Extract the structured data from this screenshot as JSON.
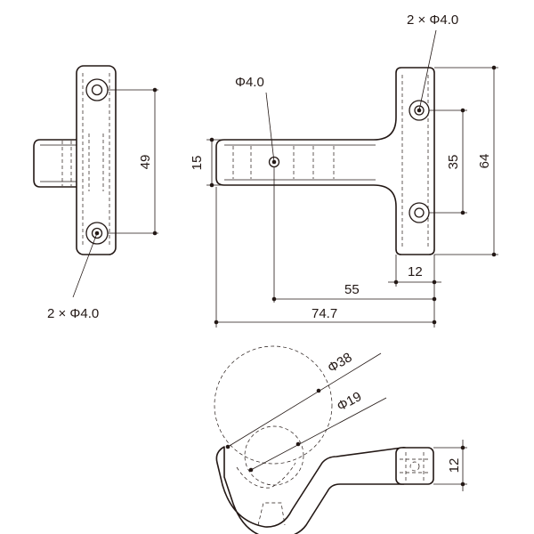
{
  "dimensions": {
    "front_holes_note": "2 × Φ4.0",
    "front_hole_pitch": "49",
    "center_hole": "Φ4.0",
    "arm_width": "15",
    "side_holes_note": "2 × Φ4.0",
    "plate_hole_pitch": "35",
    "plate_height": "64",
    "plate_width": "12",
    "hole_to_back": "55",
    "overall_length": "74.7",
    "large_radius": "Φ38",
    "small_radius": "Φ19",
    "tip_width": "12"
  },
  "colors": {
    "line": "#231815",
    "background": "#ffffff"
  }
}
